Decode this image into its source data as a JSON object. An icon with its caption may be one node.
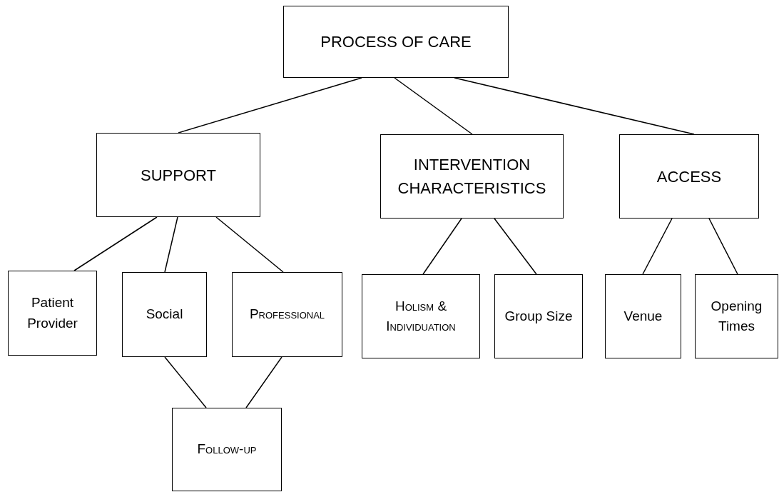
{
  "diagram": {
    "nodes": [
      {
        "text": [
          "PROCESS OF CARE"
        ]
      },
      {
        "text": [
          "SUPPORT"
        ]
      },
      {
        "text": [
          "INTERVENTION CHARACTERISTICS"
        ]
      },
      {
        "text": [
          "ACCESS"
        ]
      },
      {
        "text": [
          "Patient Provider"
        ]
      },
      {
        "text": [
          "Social"
        ]
      },
      {
        "text": [
          "Professional"
        ]
      },
      {
        "text": [
          "Holism & Individuation"
        ]
      },
      {
        "text": [
          "Group Size"
        ]
      },
      {
        "text": [
          "Venue"
        ]
      },
      {
        "text": [
          "Opening Times"
        ]
      },
      {
        "text": [
          "Follow-up"
        ]
      }
    ],
    "edges": [
      {
        "from": 0,
        "to": 1,
        "arrow": "none"
      },
      {
        "from": 0,
        "to": 2,
        "arrow": "none"
      },
      {
        "from": 0,
        "to": 3,
        "arrow": "none"
      },
      {
        "from": 1,
        "to": 4,
        "arrow": "none"
      },
      {
        "from": 1,
        "to": 5,
        "arrow": "none"
      },
      {
        "from": 1,
        "to": 6,
        "arrow": "none"
      },
      {
        "from": 2,
        "to": 7,
        "arrow": "none"
      },
      {
        "from": 2,
        "to": 8,
        "arrow": "none"
      },
      {
        "from": 3,
        "to": 9,
        "arrow": "none"
      },
      {
        "from": 3,
        "to": 10,
        "arrow": "none"
      },
      {
        "from": 5,
        "to": 11,
        "arrow": "none"
      },
      {
        "from": 6,
        "to": 11,
        "arrow": "none"
      }
    ]
  }
}
